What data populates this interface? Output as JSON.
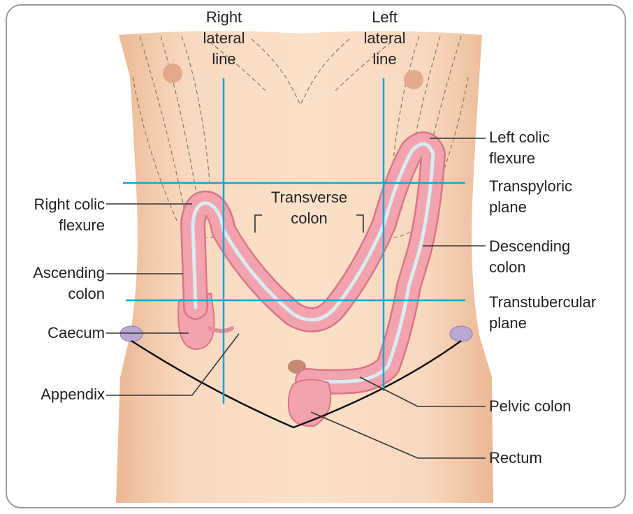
{
  "labels": {
    "right_lateral_line_1": "Right",
    "right_lateral_line_2": "lateral",
    "right_lateral_line_3": "line",
    "left_lateral_line_1": "Left",
    "left_lateral_line_2": "lateral",
    "left_lateral_line_3": "line",
    "left_colic_flexure_1": "Left colic",
    "left_colic_flexure_2": "flexure",
    "transpyloric_plane_1": "Transpyloric",
    "transpyloric_plane_2": "plane",
    "right_colic_flexure_1": "Right colic",
    "right_colic_flexure_2": "flexure",
    "transverse_colon_1": "Transverse",
    "transverse_colon_2": "colon",
    "descending_colon_1": "Descending",
    "descending_colon_2": "colon",
    "ascending_colon_1": "Ascending",
    "ascending_colon_2": "colon",
    "transtubercular_plane_1": "Transtubercular",
    "transtubercular_plane_2": "plane",
    "caecum": "Caecum",
    "appendix": "Appendix",
    "pelvic_colon": "Pelvic colon",
    "rectum": "Rectum"
  },
  "colors": {
    "skin": "#f6d2b4",
    "skin_shadow": "#e9b896",
    "colon": "#f2a3ae",
    "colon_edge": "#d97585",
    "colon_inner": "#d8ecf2",
    "plane_line": "#1aa0d8",
    "leader_line": "#333333",
    "hip_bone": "#b9a8d6"
  }
}
